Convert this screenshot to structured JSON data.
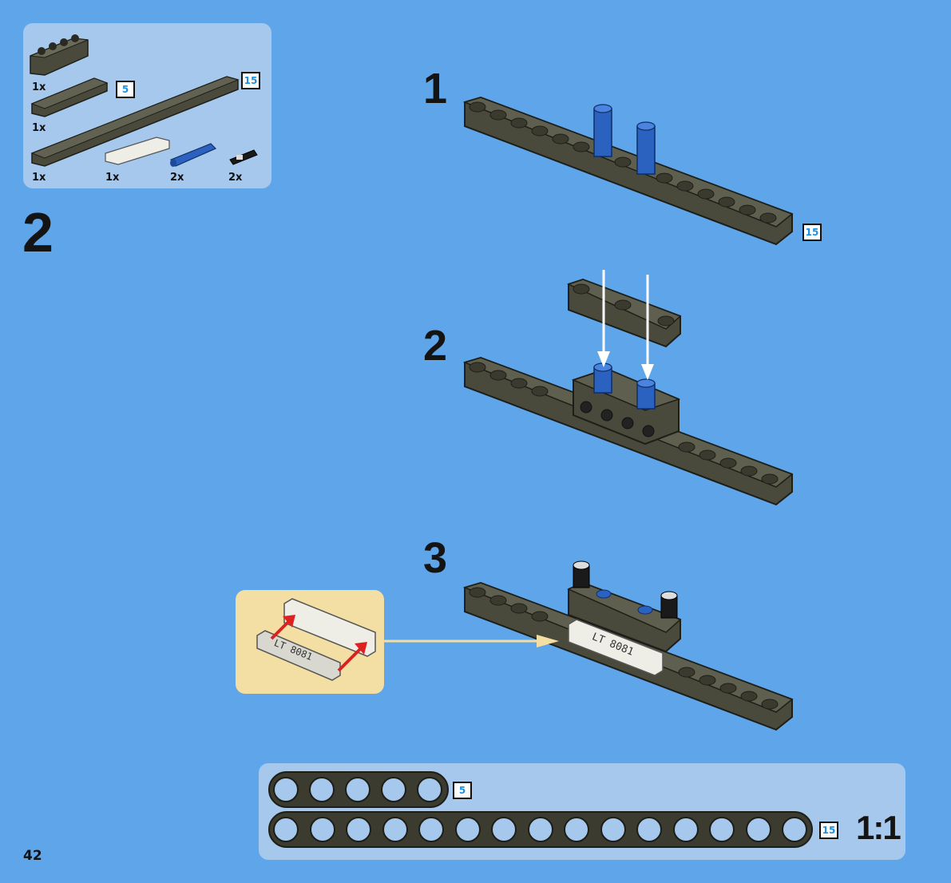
{
  "sub_step": "2",
  "parts_list": {
    "quantities": [
      "1x",
      "1x",
      "1x",
      "1x",
      "2x",
      "2x"
    ],
    "beam_length_tags": [
      "5",
      "15"
    ]
  },
  "steps": [
    {
      "number": "1",
      "length_tag": "15"
    },
    {
      "number": "2"
    },
    {
      "number": "3",
      "callout_plate_text": "LT 8081",
      "model_plate_text": "LT 8081"
    }
  ],
  "scale_guide": {
    "beams": [
      {
        "length": "5"
      },
      {
        "length": "15"
      }
    ],
    "scale_label": "1:1"
  },
  "page_number": "42",
  "colors": {
    "background": "#5ea5e9",
    "panel": "#a6c8ec",
    "beam": "#4a4a3c",
    "pin_blue": "#2b62c0",
    "callout": "#f3dfa4",
    "arrow_red": "#e02020",
    "length_tag_text": "#1d8fe0"
  }
}
